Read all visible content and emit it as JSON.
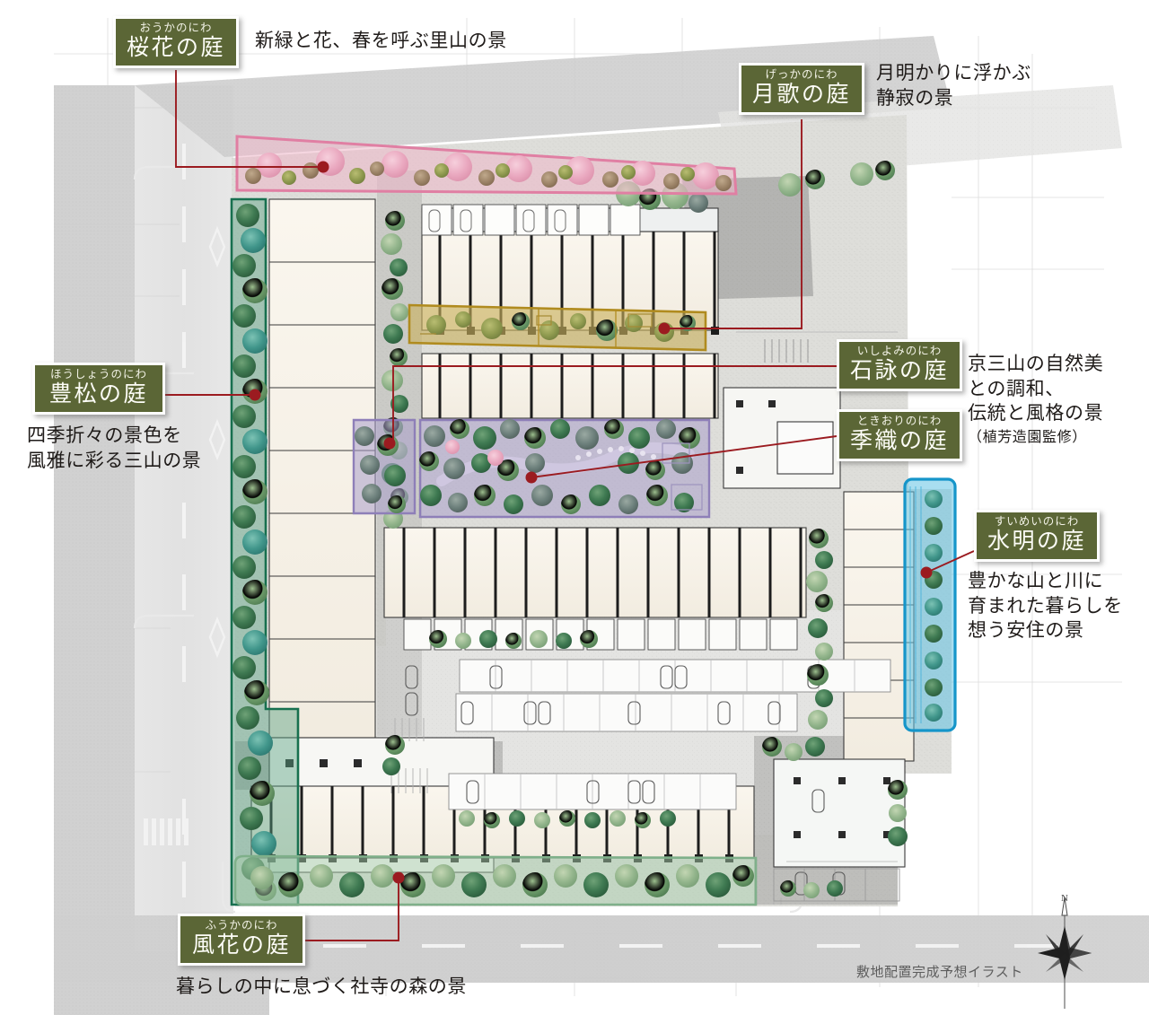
{
  "figure": {
    "caption": "敷地配置完成予想イラスト",
    "compass_north_label": "N",
    "plaque_color": "#5b6636",
    "leader_color": "#9b1b20",
    "background": "#ffffff"
  },
  "gardens": [
    {
      "id": "ouka",
      "kana": "おうかのにわ",
      "name": "桜花の庭",
      "description": "新緑と花、春を呼ぶ里山の景",
      "zone_color": "#e8a8bd",
      "zone_fill": "#eeb6c8",
      "position": "north"
    },
    {
      "id": "gekka",
      "kana": "げっかのにわ",
      "name": "月歌の庭",
      "description": "月明かりに浮かぶ\n静寂の景",
      "zone_color": "#c9a227",
      "zone_fill": "#c9b25e",
      "position": "north-east"
    },
    {
      "id": "houshou",
      "kana": "ほうしょうのにわ",
      "name": "豊松の庭",
      "description": "四季折々の景色を\n風雅に彩る三山の景",
      "zone_color": "#17704f",
      "zone_fill": "#59a283",
      "position": "west"
    },
    {
      "id": "ishiyomi",
      "kana": "いしよみのにわ",
      "name": "石詠の庭",
      "description": "京三山の自然美\nとの調和、\n伝統と風格の景",
      "note": "（植芳造園監修）",
      "zone_color": "#c9a227",
      "zone_fill": "#c9b25e",
      "position": "east"
    },
    {
      "id": "tokiori",
      "kana": "ときおりのにわ",
      "name": "季織の庭",
      "description": "",
      "zone_color": "#8e7fb8",
      "zone_fill": "#a99fca",
      "position": "center"
    },
    {
      "id": "suimei",
      "kana": "すいめいのにわ",
      "name": "水明の庭",
      "description": "豊かな山と川に\n育まれた暮らしを\n想う安住の景",
      "zone_color": "#1595c9",
      "zone_fill": "#62c2e4",
      "position": "east-strip"
    },
    {
      "id": "fuuka",
      "kana": "ふうかのにわ",
      "name": "風花の庭",
      "description": "暮らしの中に息づく社寺の森の景",
      "zone_color": "#7fb08a",
      "zone_fill": "#a8cdab",
      "position": "south"
    }
  ]
}
